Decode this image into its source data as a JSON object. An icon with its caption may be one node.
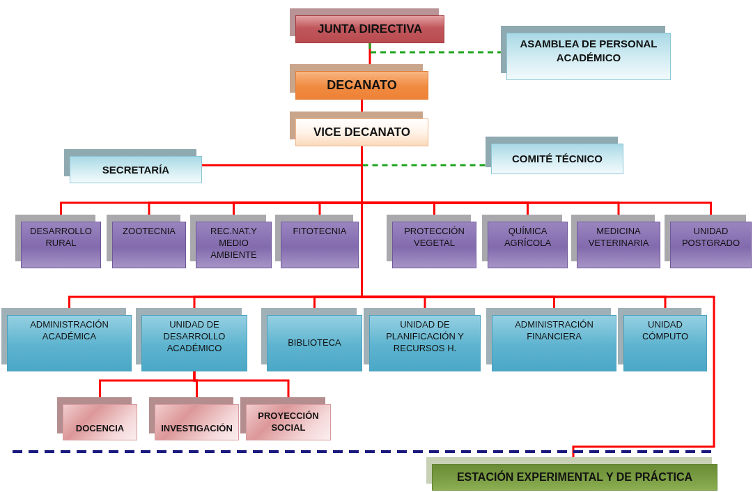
{
  "diagram": {
    "nodes": [
      {
        "text": [
          "JUNTA DIRECTIVA"
        ]
      },
      {
        "text": [
          "ASAMBLEA DE PERSONAL ACADÉMICO"
        ]
      },
      {
        "text": [
          "DECANATO"
        ]
      },
      {
        "text": [
          "VICE DECANATO"
        ]
      },
      {
        "text": [
          "SECRETARÍA"
        ]
      },
      {
        "text": [
          "COMITÉ TÉCNICO"
        ]
      },
      {
        "text": [
          "DESARROLLO RURAL"
        ]
      },
      {
        "text": [
          "ZOOTECNIA"
        ]
      },
      {
        "text": [
          "REC.NAT.Y MEDIO AMBIENTE"
        ]
      },
      {
        "text": [
          "FITOTECNIA"
        ]
      },
      {
        "text": [
          "PROTECCIÓN VEGETAL"
        ]
      },
      {
        "text": [
          "QUÍMICA AGRÍCOLA"
        ]
      },
      {
        "text": [
          "MEDICINA VETERINARIA"
        ]
      },
      {
        "text": [
          "UNIDAD POSTGRADO"
        ]
      },
      {
        "text": [
          "ADMINISTRACIÓN ACADÉMICA"
        ]
      },
      {
        "text": [
          "UNIDAD DE DESARROLLO ACADÉMICO"
        ]
      },
      {
        "text": [
          "BIBLIOTECA"
        ]
      },
      {
        "text": [
          "UNIDAD DE PLANIFICACIÓN Y RECURSOS H."
        ]
      },
      {
        "text": [
          "ADMINISTRACIÓN FINANCIERA"
        ]
      },
      {
        "text": [
          "UNIDAD CÓMPUTO"
        ]
      },
      {
        "text": [
          "DOCENCIA"
        ]
      },
      {
        "text": [
          "INVESTIGACIÓN"
        ]
      },
      {
        "text": [
          "PROYECCIÓN SOCIAL"
        ]
      },
      {
        "text": [
          "ESTACIÓN EXPERIMENTAL Y DE PRÁCTICA"
        ]
      }
    ],
    "edges": [
      {
        "from": 0,
        "to": 2,
        "arrow": "none"
      },
      {
        "from": 0,
        "to": 1,
        "arrow": "none",
        "style": "dashed",
        "color": "#1ea51e"
      },
      {
        "from": 2,
        "to": 3,
        "arrow": "none"
      },
      {
        "from": 3,
        "to": 4,
        "arrow": "none"
      },
      {
        "from": 3,
        "to": 5,
        "arrow": "none",
        "style": "dashed",
        "color": "#1ea51e"
      },
      {
        "from": 3,
        "to": 6,
        "arrow": "none"
      },
      {
        "from": 3,
        "to": 7,
        "arrow": "none"
      },
      {
        "from": 3,
        "to": 8,
        "arrow": "none"
      },
      {
        "from": 3,
        "to": 9,
        "arrow": "none"
      },
      {
        "from": 3,
        "to": 10,
        "arrow": "none"
      },
      {
        "from": 3,
        "to": 11,
        "arrow": "none"
      },
      {
        "from": 3,
        "to": 12,
        "arrow": "none"
      },
      {
        "from": 3,
        "to": 13,
        "arrow": "none"
      },
      {
        "from": 3,
        "to": 14,
        "arrow": "none"
      },
      {
        "from": 3,
        "to": 15,
        "arrow": "none"
      },
      {
        "from": 3,
        "to": 16,
        "arrow": "none"
      },
      {
        "from": 3,
        "to": 17,
        "arrow": "none"
      },
      {
        "from": 3,
        "to": 18,
        "arrow": "none"
      },
      {
        "from": 3,
        "to": 19,
        "arrow": "none"
      },
      {
        "from": 3,
        "to": 23,
        "arrow": "none"
      },
      {
        "from": 15,
        "to": 20,
        "arrow": "none"
      },
      {
        "from": 15,
        "to": 21,
        "arrow": "none"
      },
      {
        "from": 15,
        "to": 22,
        "arrow": "none"
      }
    ]
  }
}
